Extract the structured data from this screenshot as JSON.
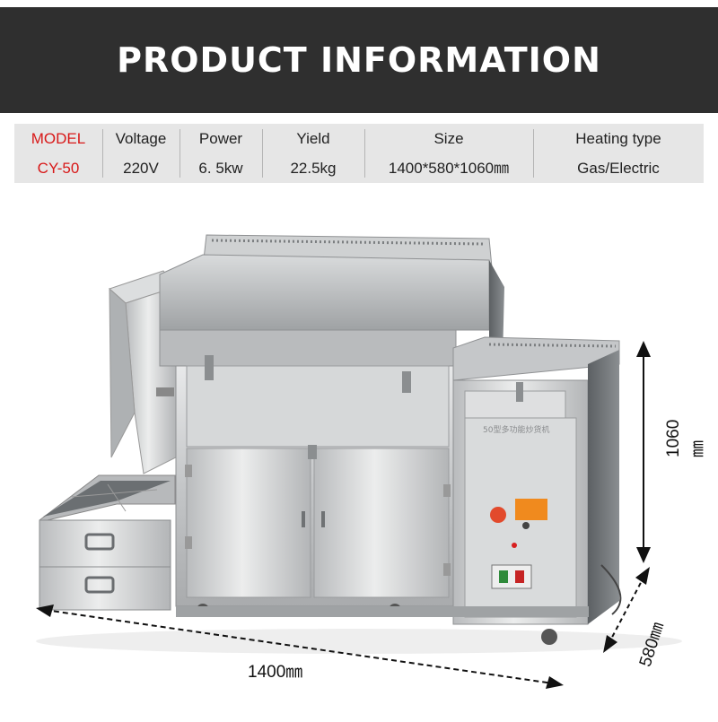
{
  "banner": {
    "title": "PRODUCT INFORMATION"
  },
  "spec": {
    "headers": [
      "MODEL",
      "Voltage",
      "Power",
      "Yield",
      "Size",
      "Heating type"
    ],
    "values": [
      "CY-50",
      "220V",
      "6. 5kw",
      "22.5kg",
      "1400*580*1060㎜",
      "Gas/Electric"
    ]
  },
  "machine": {
    "panel_label": "50型多功能炒货机",
    "dims": {
      "width": "1400㎜",
      "depth": "580㎜",
      "height": "1060㎜"
    }
  },
  "colors": {
    "banner": "#2f2f2f",
    "model_red": "#d81818",
    "steel": "#c9cbcd"
  }
}
